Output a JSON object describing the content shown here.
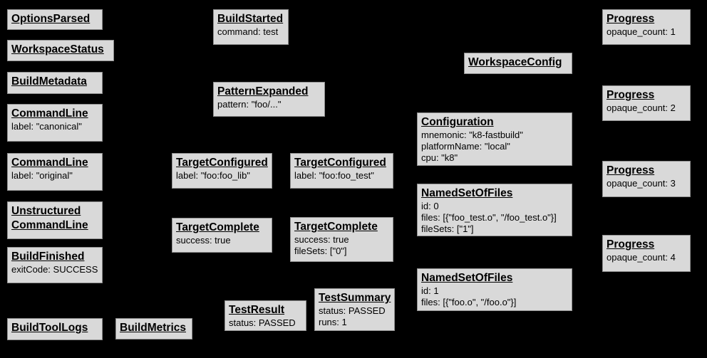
{
  "diagram": {
    "background_color": "#000000",
    "node_fill_color": "#d9d9d9",
    "node_border_color": "#8f8f8f",
    "node_text_color": "#000000"
  },
  "nodes": [
    {
      "key": "options-parsed",
      "title": "OptionsParsed",
      "attrs": []
    },
    {
      "key": "workspace-status",
      "title": "WorkspaceStatus",
      "attrs": []
    },
    {
      "key": "build-metadata",
      "title": "BuildMetadata",
      "attrs": []
    },
    {
      "key": "command-line-canonical",
      "title": "CommandLine",
      "attrs": [
        "label: \"canonical\""
      ]
    },
    {
      "key": "command-line-original",
      "title": "CommandLine",
      "attrs": [
        "label: \"original\""
      ]
    },
    {
      "key": "unstructured-command-line",
      "title_lines": [
        "Unstructured",
        "CommandLine"
      ],
      "attrs": []
    },
    {
      "key": "build-finished",
      "title": "BuildFinished",
      "attrs": [
        "exitCode: SUCCESS"
      ]
    },
    {
      "key": "build-tool-logs",
      "title": "BuildToolLogs",
      "attrs": []
    },
    {
      "key": "build-metrics",
      "title": "BuildMetrics",
      "attrs": []
    },
    {
      "key": "build-started",
      "title": "BuildStarted",
      "attrs": [
        "command: test"
      ]
    },
    {
      "key": "pattern-expanded",
      "title": "PatternExpanded",
      "attrs": [
        "pattern: \"foo/...\""
      ]
    },
    {
      "key": "target-configured-foo-lib",
      "title": "TargetConfigured",
      "attrs": [
        "label: \"foo:foo_lib\""
      ]
    },
    {
      "key": "target-configured-foo-test",
      "title": "TargetConfigured",
      "attrs": [
        "label: \"foo:foo_test\""
      ]
    },
    {
      "key": "target-complete-foo-lib",
      "title": "TargetComplete",
      "attrs": [
        "success: true"
      ]
    },
    {
      "key": "target-complete-foo-test",
      "title": "TargetComplete",
      "attrs": [
        "success: true",
        "fileSets: [\"0\"]"
      ]
    },
    {
      "key": "test-result",
      "title": "TestResult",
      "attrs": [
        "status: PASSED"
      ]
    },
    {
      "key": "test-summary",
      "title": "TestSummary",
      "attrs": [
        "status: PASSED",
        "runs: 1"
      ]
    },
    {
      "key": "workspace-config",
      "title": "WorkspaceConfig",
      "attrs": []
    },
    {
      "key": "configuration",
      "title": "Configuration",
      "attrs": [
        "mnemonic: \"k8-fastbuild\"",
        "platformName: \"local\"",
        "cpu: \"k8\""
      ]
    },
    {
      "key": "named-set-of-files-0",
      "title": "NamedSetOfFiles",
      "attrs": [
        "id: 0",
        "files: [{\"foo_test.o\", \"/foo_test.o\"}]",
        "fileSets: [\"1\"]"
      ]
    },
    {
      "key": "named-set-of-files-1",
      "title": "NamedSetOfFiles",
      "attrs": [
        "id: 1",
        "files: [{\"foo.o\", \"/foo.o\"}]"
      ]
    },
    {
      "key": "progress-1",
      "title": "Progress",
      "attrs": [
        "opaque_count: 1"
      ]
    },
    {
      "key": "progress-2",
      "title": "Progress",
      "attrs": [
        "opaque_count: 2"
      ]
    },
    {
      "key": "progress-3",
      "title": "Progress",
      "attrs": [
        "opaque_count: 3"
      ]
    },
    {
      "key": "progress-4",
      "title": "Progress",
      "attrs": [
        "opaque_count: 4"
      ]
    }
  ]
}
